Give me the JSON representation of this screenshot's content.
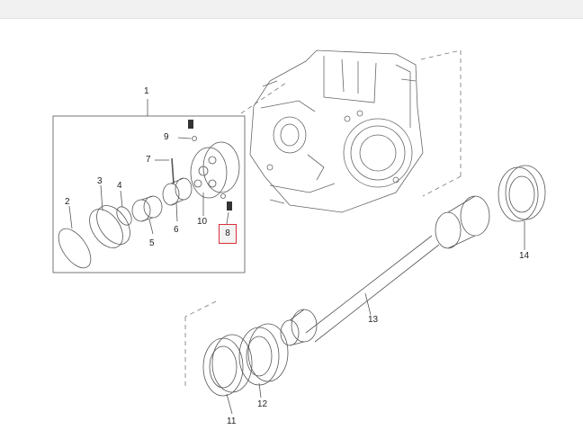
{
  "diagram": {
    "callouts": {
      "c1": "1",
      "c2": "2",
      "c3": "3",
      "c4": "4",
      "c5": "5",
      "c6": "6",
      "c7": "7",
      "c8": "8",
      "c9": "9",
      "c10": "10",
      "c11": "11",
      "c12": "12",
      "c13": "13",
      "c14": "14"
    },
    "highlighted_part": "8",
    "colors": {
      "line": "#555555",
      "highlight": "#d9303a",
      "dash": "#777777"
    }
  }
}
